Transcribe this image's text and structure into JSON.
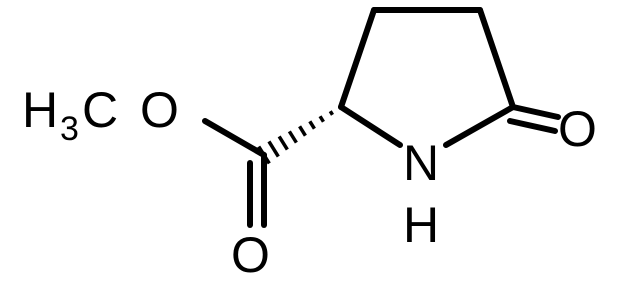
{
  "molecule": {
    "atom_labels": {
      "methyl_h": "H",
      "methyl_sub": "3",
      "methyl_c": "C",
      "ether_o": "O",
      "ring_n": "N",
      "ring_nh": "H",
      "lactam_o": "O",
      "carbonyl_o": "O"
    }
  },
  "colors": {
    "ink": "#000000",
    "background": "#ffffff"
  }
}
